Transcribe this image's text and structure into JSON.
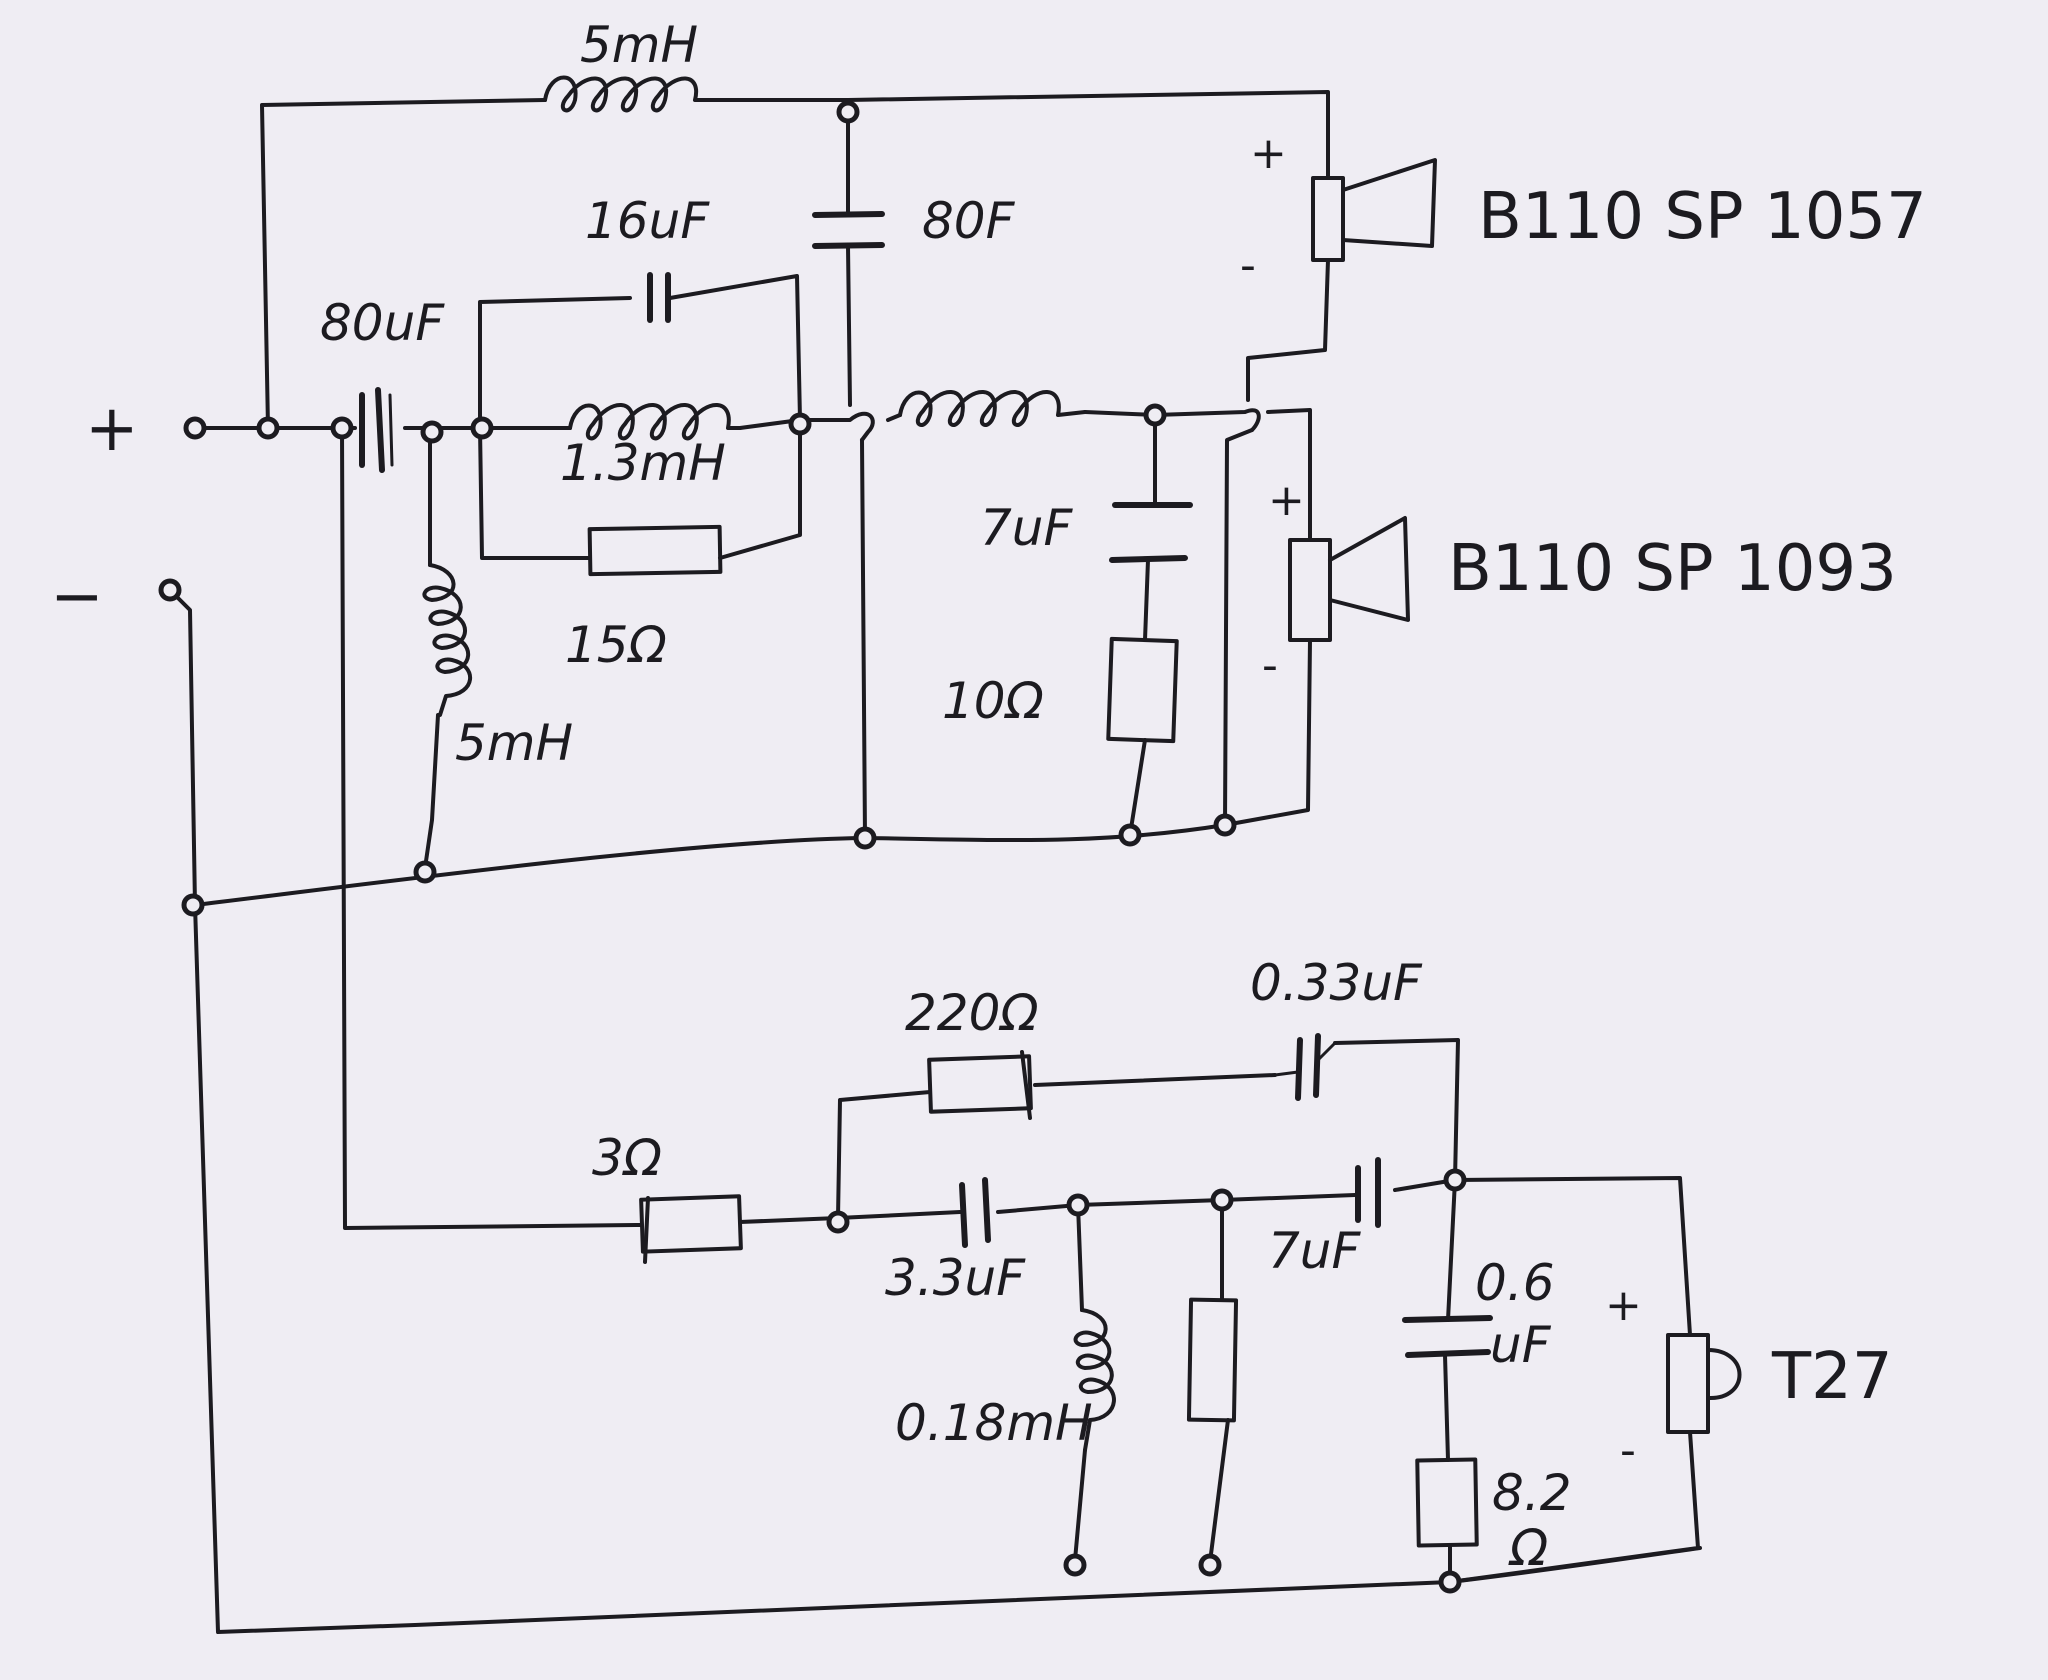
{
  "terminals": {
    "plus": "+",
    "minus": "−"
  },
  "components": {
    "l_top": "5mH",
    "c_16": "16uF",
    "c_80a": "80uF",
    "c_80b": "80F",
    "l_13": "1.3mH",
    "r_15": "15Ω",
    "l_5": "5mH",
    "c_7a": "7uF",
    "r_10": "10Ω",
    "r_220": "220Ω",
    "c_033": "0.33uF",
    "r_3": "3Ω",
    "c_33": "3.3uF",
    "c_7b": "7uF",
    "l_018": "0.18mH",
    "c_06_top": "0.6",
    "c_06_bot": "uF",
    "r_82": "8.2",
    "r_82_unit": "Ω"
  },
  "speakers": {
    "woofer_top": {
      "label": "B110 SP 1057",
      "plus": "+",
      "minus": "-"
    },
    "woofer_bottom": {
      "label": "B110 SP 1093",
      "plus": "+",
      "minus": "-"
    },
    "tweeter": {
      "label": "T27",
      "plus": "+",
      "minus": "-"
    }
  }
}
